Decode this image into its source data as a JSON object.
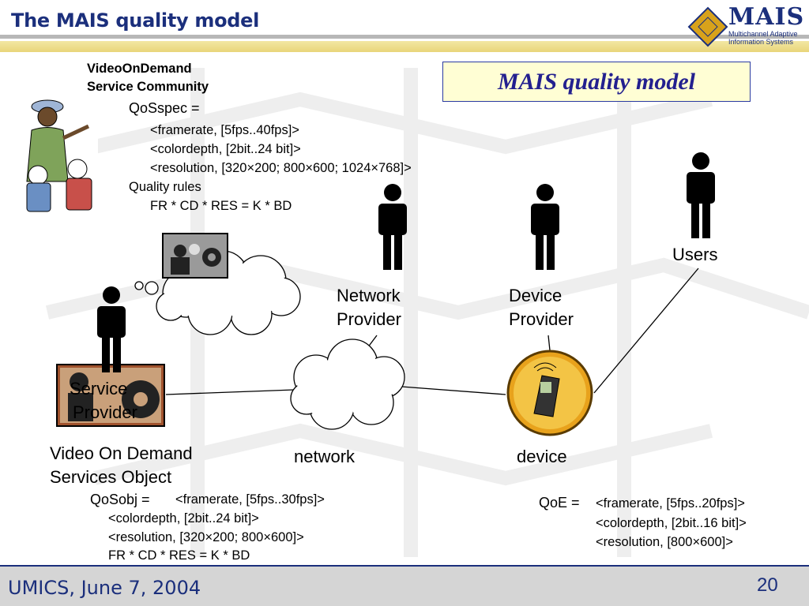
{
  "header": {
    "title": "The MAIS quality model"
  },
  "logo": {
    "word": "MAIS",
    "sub_line1": "Multichannel Adaptive",
    "sub_line2": "Information Systems"
  },
  "model_box": {
    "title": "MAIS quality model"
  },
  "community": {
    "title_line1": "VideoOnDemand",
    "title_line2": "Service Community",
    "qosspec_label": "QoSspec =",
    "qosspec_lines": [
      "<framerate, [5fps..40fps]>",
      "<colordepth, [2bit..24 bit]>",
      "<resolution, [320×200; 800×600; 1024×768]>"
    ],
    "rules_label": "Quality rules",
    "rule": "FR * CD * RES = K * BD"
  },
  "actors": {
    "network_provider": [
      "Network",
      "Provider"
    ],
    "device_provider": [
      "Device",
      "Provider"
    ],
    "users": "Users",
    "service_provider": [
      "Service",
      "Provider"
    ]
  },
  "labels": {
    "network": "network",
    "device": "device"
  },
  "service_object": {
    "title_line1": "Video On Demand",
    "title_line2": "Services Object",
    "qosobj_label": "QoSobj =",
    "qosobj_lines": [
      "<framerate, [5fps..30fps]>",
      "<colordepth, [2bit..24 bit]>",
      "<resolution, [320×200; 800×600]>"
    ],
    "rule": "FR * CD * RES = K * BD"
  },
  "qoe": {
    "label": "QoE =",
    "lines": [
      "<framerate, [5fps..20fps]>",
      "<colordepth, [2bit..16 bit]>",
      "<resolution, [800×600]>"
    ]
  },
  "footer": {
    "left": "UMICS, June 7, 2004",
    "page": "20"
  }
}
